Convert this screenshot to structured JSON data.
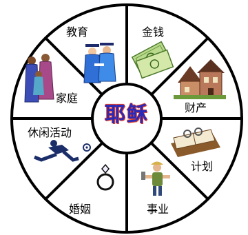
{
  "center": {
    "title": "耶稣"
  },
  "segments": [
    {
      "label": "教育",
      "icon": "graduates-icon"
    },
    {
      "label": "金钱",
      "icon": "money-icon"
    },
    {
      "label": "财产",
      "icon": "house-icon"
    },
    {
      "label": "计划",
      "icon": "planner-book-icon"
    },
    {
      "label": "事业",
      "icon": "worker-icon"
    },
    {
      "label": "婚姻",
      "icon": "ring-icon"
    },
    {
      "label": "休闲活动",
      "icon": "soccer-player-icon"
    },
    {
      "label": "家庭",
      "icon": "family-icon"
    }
  ],
  "colors": {
    "line": "#000000",
    "center_text": "#2a2ab8",
    "center_outline": "#e8432a"
  }
}
